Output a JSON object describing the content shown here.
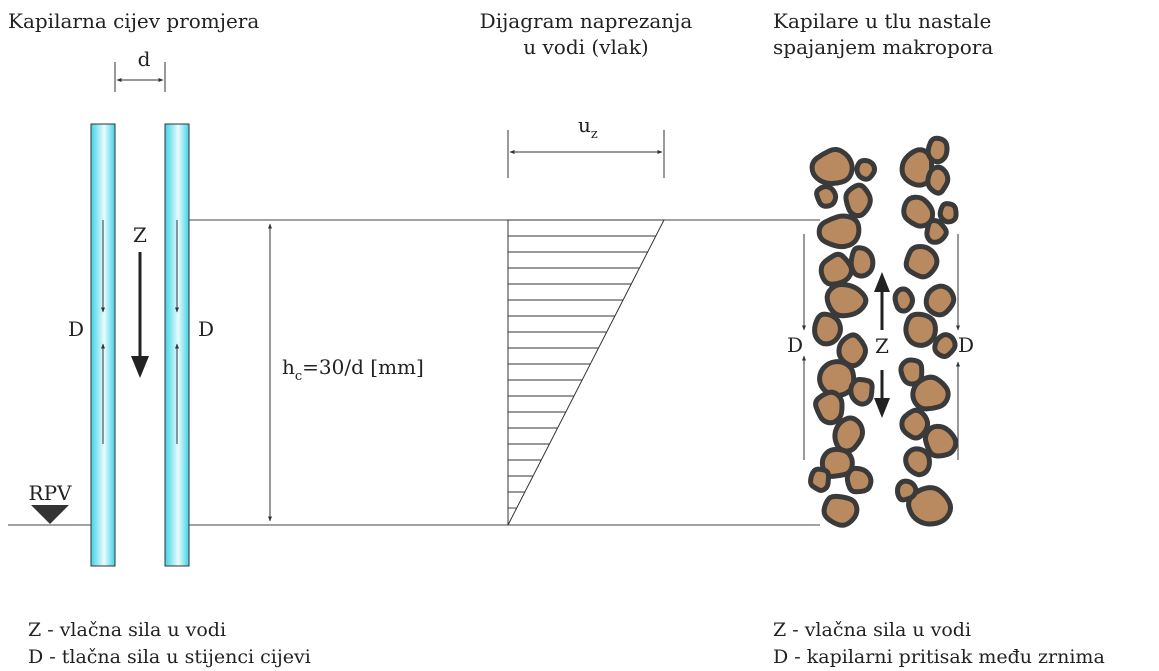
{
  "titles": {
    "left": "Kapilarna cijev promjera",
    "middle_line1": "Dijagram naprezanja",
    "middle_line2": "u vodi (vlak)",
    "right_line1": "Kapilare u tlu nastale",
    "right_line2": "spajanjem makropora"
  },
  "labels": {
    "d": "d",
    "z_left": "Z",
    "d_left_outer": "D",
    "d_left_inner": "D",
    "height_h": "h",
    "height_sub": "c",
    "height_rest": "=30/d [mm]",
    "u": "u",
    "u_sub": "z",
    "rpv": "RPV",
    "z_right": "Z",
    "d_right_left": "D",
    "d_right_right": "D"
  },
  "legend_left": {
    "line1": "Z - vlačna sila u vodi",
    "line2": "D - tlačna sila u stijenci cijevi"
  },
  "legend_right": {
    "line1": "Z - vlačna sila u vodi",
    "line2": "D - kapilarni pritisak među zrnima"
  },
  "colors": {
    "tube_edge": "#3fd3e6",
    "tube_center": "#ffffff",
    "grain_fill": "#b98a5f",
    "grain_outline": "#3a3a3a",
    "line": "#333333"
  }
}
